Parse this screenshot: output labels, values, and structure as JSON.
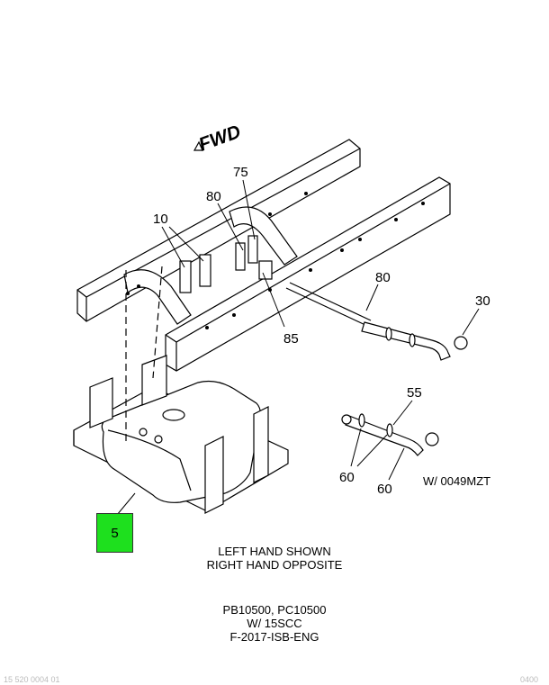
{
  "fwd_label": "FWD",
  "callouts": {
    "c10": "10",
    "c80_top": "80",
    "c75": "75",
    "c85": "85",
    "c80_right": "80",
    "c30": "30",
    "c55": "55",
    "c60_left": "60",
    "c60_bottom": "60"
  },
  "part_box": {
    "label": "5",
    "color": "#1ee01e"
  },
  "reference_note": "W/ 0049MZT",
  "orientation_note": {
    "line1": "LEFT HAND SHOWN",
    "line2": "RIGHT HAND OPPOSITE"
  },
  "model_note": {
    "line1": "PB10500, PC10500",
    "line2": "W/ 15SCC",
    "line3": "F-2017-ISB-ENG"
  },
  "footer": {
    "left": "15 520 0004 01",
    "right": "0400"
  }
}
